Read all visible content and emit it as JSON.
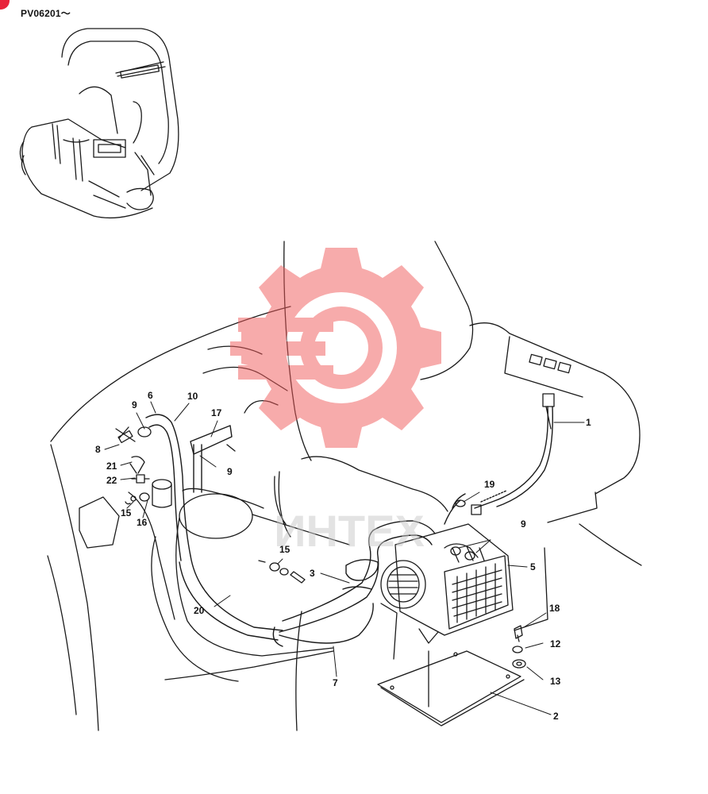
{
  "serial_label": "PV06201～",
  "watermark_text": "ИНТЕХ",
  "colors": {
    "line": "#1a1a1a",
    "watermark": "#f05a5a",
    "corner_mark": "#e8233a"
  },
  "callouts": [
    {
      "id": "c1",
      "text": "1"
    },
    {
      "id": "c2",
      "text": "2"
    },
    {
      "id": "c3",
      "text": "3"
    },
    {
      "id": "c5",
      "text": "5"
    },
    {
      "id": "c6",
      "text": "6"
    },
    {
      "id": "c7",
      "text": "7"
    },
    {
      "id": "c8",
      "text": "8"
    },
    {
      "id": "c9a",
      "text": "9"
    },
    {
      "id": "c9b",
      "text": "9"
    },
    {
      "id": "c9c",
      "text": "9"
    },
    {
      "id": "c10",
      "text": "10"
    },
    {
      "id": "c12",
      "text": "12"
    },
    {
      "id": "c13",
      "text": "13"
    },
    {
      "id": "c15a",
      "text": "15"
    },
    {
      "id": "c15b",
      "text": "15"
    },
    {
      "id": "c16",
      "text": "16"
    },
    {
      "id": "c17",
      "text": "17"
    },
    {
      "id": "c18",
      "text": "18"
    },
    {
      "id": "c19",
      "text": "19"
    },
    {
      "id": "c20",
      "text": "20"
    },
    {
      "id": "c21",
      "text": "21"
    },
    {
      "id": "c22",
      "text": "22"
    }
  ]
}
